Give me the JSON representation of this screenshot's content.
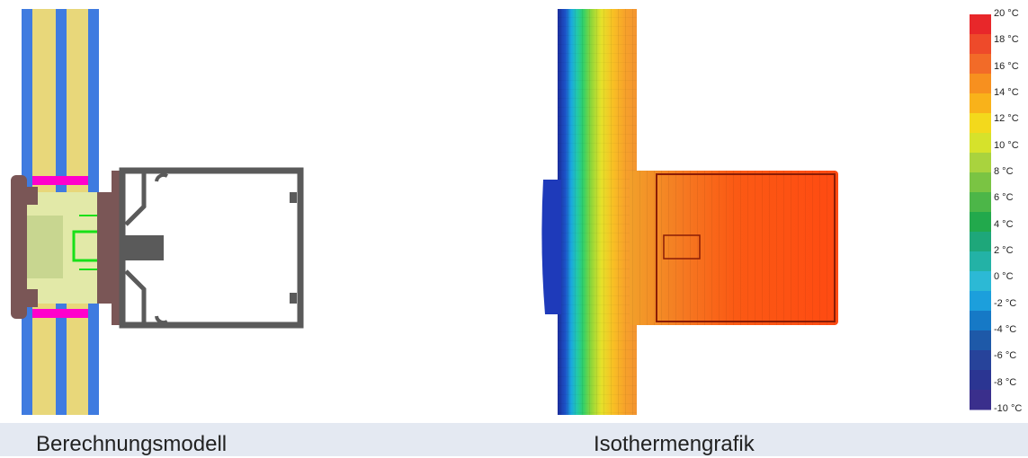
{
  "captions": {
    "model": "Berechnungsmodell",
    "isotherm": "Isothermengrafik"
  },
  "legend": {
    "labels": [
      "20 °C",
      "18 °C",
      "16 °C",
      "14 °C",
      "12 °C",
      "10 °C",
      "8 °C",
      "6 °C",
      "4 °C",
      "2 °C",
      "0 °C",
      "-2 °C",
      "-4 °C",
      "-6 °C",
      "-8 °C",
      "-10 °C"
    ],
    "colors": [
      "#e8272a",
      "#ee4a2a",
      "#f26b28",
      "#f7901f",
      "#f9b21a",
      "#f3d91c",
      "#d6e22b",
      "#a9d33e",
      "#7ac443",
      "#4cb648",
      "#22a94c",
      "#1ea77a",
      "#23b2a6",
      "#2cb9d5",
      "#1c9fdc",
      "#1679c6",
      "#1e59a8",
      "#27439a",
      "#2b3592",
      "#3a2f8c"
    ]
  },
  "colors": {
    "glass_blue": "#3f7be0",
    "insulation": "#e8d77a",
    "gasket": "#ff00cc",
    "profile_gray": "#5a5a5a",
    "thermal_break": "#7a5656",
    "spacer_green": "#18e018",
    "core_cream": "#e2e9a8",
    "warm_orange": "#ff4a12",
    "caption_bar": "#e4e9f2"
  }
}
